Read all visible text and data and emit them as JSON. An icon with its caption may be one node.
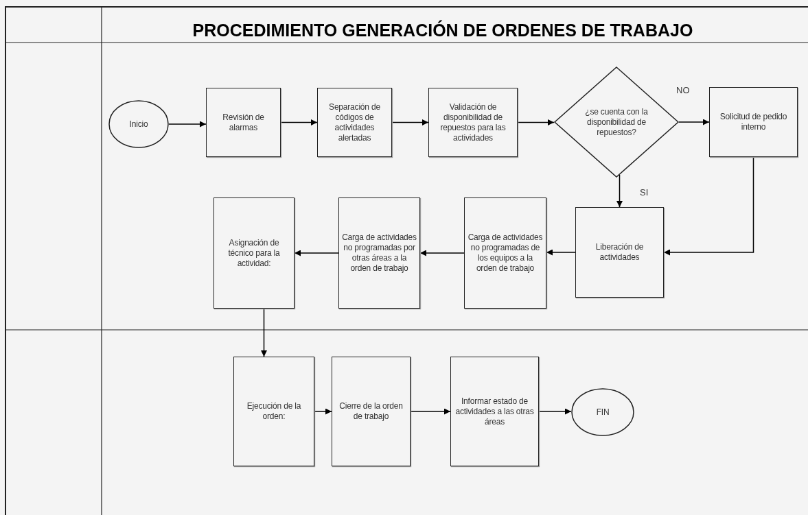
{
  "diagram": {
    "title": "PROCEDIMIENTO GENERACIÓN DE ORDENES DE TRABAJO",
    "nodes": [
      {
        "text": [
          "Inicio"
        ]
      },
      {
        "text": [
          "Revisión de alarmas"
        ]
      },
      {
        "text": [
          "Separación de códigos de actividades alertadas"
        ]
      },
      {
        "text": [
          "Validación de disponibilidad de repuestos para las actividades"
        ]
      },
      {
        "text": [
          "¿se cuenta con la disponibilidad de repuestos?"
        ]
      },
      {
        "text": [
          "Solicitud de pedido interno"
        ]
      },
      {
        "text": [
          "Liberación de actividades"
        ]
      },
      {
        "text": [
          "Carga de actividades no programadas de los equipos a la orden de trabajo"
        ]
      },
      {
        "text": [
          "Carga de actividades no programadas por otras áreas a la orden de trabajo"
        ]
      },
      {
        "text": [
          "Asignación de técnico para la actividad:"
        ]
      },
      {
        "text": [
          "Ejecución de la orden:"
        ]
      },
      {
        "text": [
          "Cierre de la orden de trabajo"
        ]
      },
      {
        "text": [
          "Informar estado de actividades a las otras áreas"
        ]
      },
      {
        "text": [
          "FIN"
        ]
      }
    ],
    "edges": [
      {
        "from": 0,
        "to": 1,
        "arrow": "to"
      },
      {
        "from": 1,
        "to": 2,
        "arrow": "to"
      },
      {
        "from": 2,
        "to": 3,
        "arrow": "to"
      },
      {
        "from": 3,
        "to": 4,
        "arrow": "to"
      },
      {
        "from": 4,
        "to": 5,
        "arrow": "to",
        "label": "NO"
      },
      {
        "from": 4,
        "to": 6,
        "arrow": "to",
        "label": "SI"
      },
      {
        "from": 5,
        "to": 6,
        "arrow": "to"
      },
      {
        "from": 6,
        "to": 7,
        "arrow": "to"
      },
      {
        "from": 7,
        "to": 8,
        "arrow": "to"
      },
      {
        "from": 8,
        "to": 9,
        "arrow": "to"
      },
      {
        "from": 9,
        "to": 10,
        "arrow": "to"
      },
      {
        "from": 10,
        "to": 11,
        "arrow": "to"
      },
      {
        "from": 11,
        "to": 12,
        "arrow": "to"
      },
      {
        "from": 12,
        "to": 13,
        "arrow": "to"
      }
    ]
  }
}
